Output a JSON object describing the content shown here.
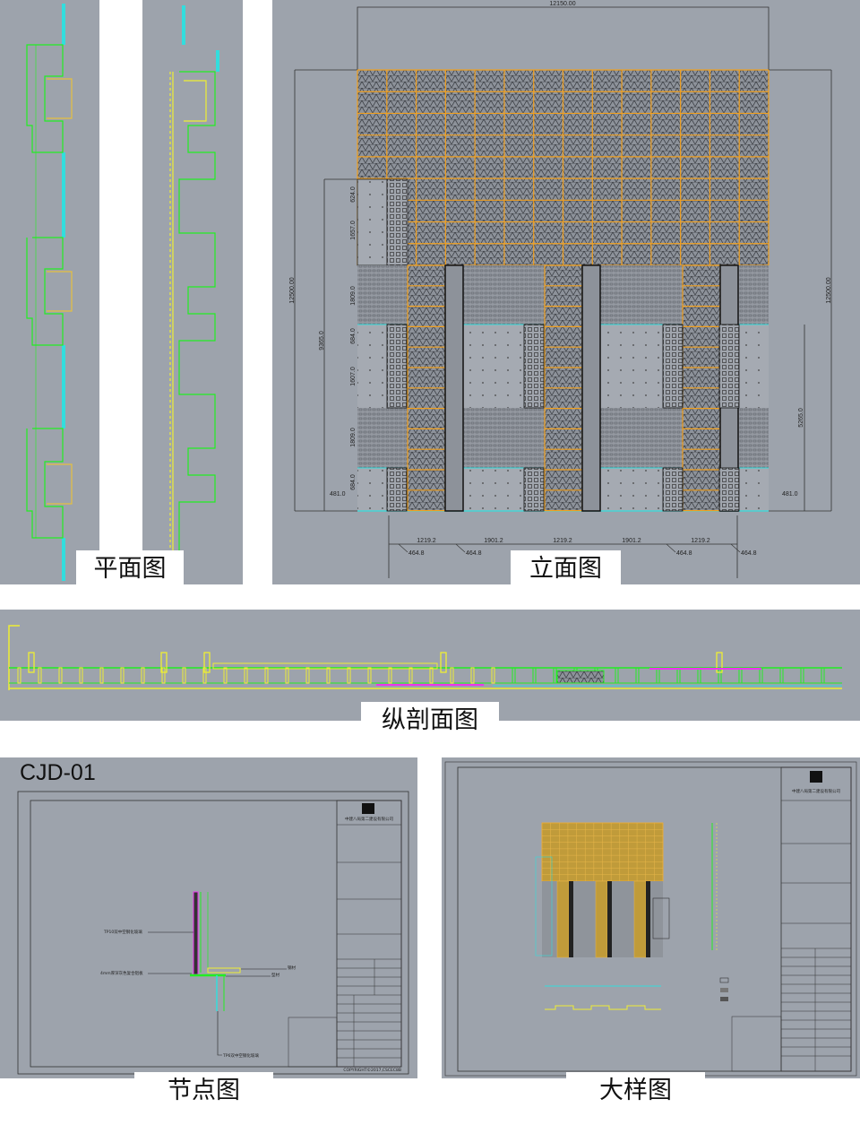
{
  "captions": {
    "plan": "平面图",
    "elevation": "立面图",
    "section": "纵剖面图",
    "node": "节点图",
    "detail": "大样图"
  },
  "elevation": {
    "top_width": "12150.00",
    "left_height": "12500.00",
    "right_height": "12500.00",
    "left_partial": "9365.0",
    "right_partial": "5265.0",
    "left_segments": [
      "624.0",
      "1657.0",
      "1809.0",
      "684.0",
      "1607.0",
      "1809.0",
      "684.0"
    ],
    "left_offset": "481.0",
    "right_offset": "481.0",
    "bottom_widths": [
      "1219.2",
      "1901.2",
      "1219.2",
      "1901.2",
      "1219.2"
    ],
    "bottom_gaps": [
      "464.8",
      "464.8",
      "464.8",
      "464.8"
    ]
  },
  "node": {
    "sheet_code": "CJD-01",
    "annotations": {
      "glass_top": "TP10双中空钢化玻璃",
      "panel": "4mm厚深灰色复合铝板",
      "steel": "钢材",
      "profile": "型材",
      "glass_bottom": "TP6双中空钢化玻璃"
    },
    "title_block": {
      "company": "中建八局第二建设有限公司",
      "copyright": "COPYRIGHT©2017,CSCEC8B"
    }
  },
  "detail": {
    "title_block": {
      "company": "中建八局第二建设有限公司"
    }
  },
  "colors": {
    "panel_bg": "#9da3ac",
    "grid_orange": "#f0a020",
    "cad_green": "#22ee22",
    "cad_cyan": "#33dddd",
    "cad_yellow": "#eeee33",
    "cad_magenta": "#ee33ee"
  }
}
